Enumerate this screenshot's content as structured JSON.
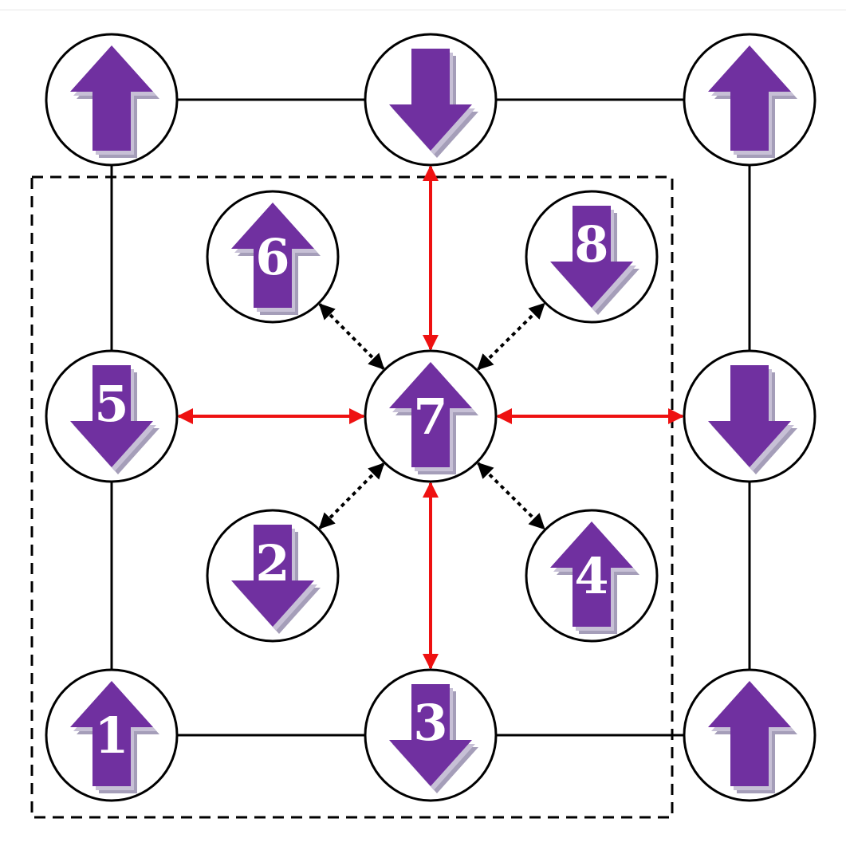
{
  "colors": {
    "arrow_fill": "#7030a0",
    "arrow_shadow": "#c7c0d6",
    "arrow_shadow_dark": "#8f86a8",
    "node_outline": "#000000",
    "strong_link": "#ee1111",
    "weak_link": "#000000",
    "frame": "#000000"
  },
  "nodes": [
    {
      "id": "tl",
      "spin": "up",
      "label": ""
    },
    {
      "id": "tm",
      "spin": "down",
      "label": ""
    },
    {
      "id": "tr",
      "spin": "up",
      "label": ""
    },
    {
      "id": "n6",
      "spin": "up",
      "label": "6"
    },
    {
      "id": "n8",
      "spin": "down",
      "label": "8"
    },
    {
      "id": "n5",
      "spin": "down",
      "label": "5"
    },
    {
      "id": "n7",
      "spin": "up",
      "label": "7"
    },
    {
      "id": "mr",
      "spin": "down",
      "label": ""
    },
    {
      "id": "n2",
      "spin": "down",
      "label": "2"
    },
    {
      "id": "n4",
      "spin": "up",
      "label": "4"
    },
    {
      "id": "n1",
      "spin": "up",
      "label": "1"
    },
    {
      "id": "n3",
      "spin": "down",
      "label": "3"
    },
    {
      "id": "br",
      "spin": "up",
      "label": ""
    }
  ],
  "lattice_edges": [
    [
      "tl",
      "tm"
    ],
    [
      "tm",
      "tr"
    ],
    [
      "tl",
      "n5"
    ],
    [
      "n5",
      "n1"
    ],
    [
      "n1",
      "n3"
    ],
    [
      "n3",
      "br"
    ],
    [
      "tr",
      "mr"
    ],
    [
      "mr",
      "br"
    ]
  ],
  "strong_links": [
    [
      "n7",
      "tm"
    ],
    [
      "n7",
      "n5"
    ],
    [
      "n7",
      "mr"
    ],
    [
      "n7",
      "n3"
    ]
  ],
  "weak_links": [
    [
      "n7",
      "n6"
    ],
    [
      "n7",
      "n8"
    ],
    [
      "n7",
      "n2"
    ],
    [
      "n7",
      "n4"
    ]
  ],
  "dashed_region": [
    "n1",
    "n2",
    "n3",
    "n4",
    "n5",
    "n6",
    "n7",
    "n8"
  ]
}
